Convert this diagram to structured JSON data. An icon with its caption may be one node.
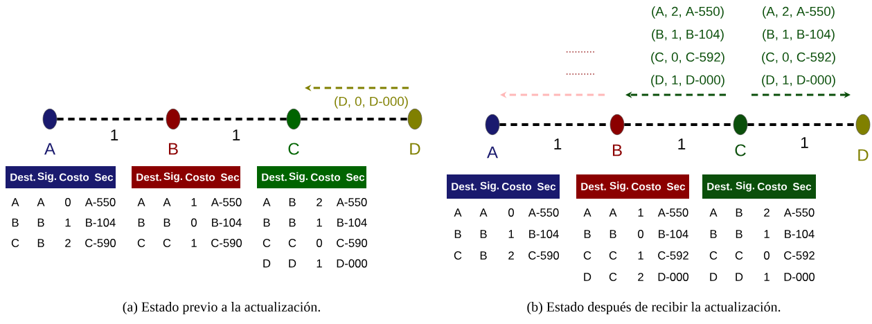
{
  "diagram": {
    "nodes": [
      {
        "text": [
          "A"
        ]
      },
      {
        "text": [
          "B"
        ]
      },
      {
        "text": [
          "C"
        ]
      },
      {
        "text": [
          "D"
        ]
      },
      {
        "text": [
          "A"
        ]
      },
      {
        "text": [
          "B"
        ]
      },
      {
        "text": [
          "C"
        ]
      },
      {
        "text": [
          "D"
        ]
      }
    ],
    "edges": [
      {
        "from": 0,
        "to": 1,
        "arrow": "none",
        "label": "1"
      },
      {
        "from": 1,
        "to": 2,
        "arrow": "none",
        "label": "1"
      },
      {
        "from": 2,
        "to": 3,
        "arrow": "none"
      },
      {
        "from": 4,
        "to": 5,
        "arrow": "none",
        "label": "1"
      },
      {
        "from": 5,
        "to": 6,
        "arrow": "none",
        "label": "1"
      },
      {
        "from": 6,
        "to": 7,
        "arrow": "none",
        "label": "1"
      }
    ],
    "labels": [
      "(D, 0, D-000)",
      "Dest.",
      "Sig.",
      "Costo",
      "Sec",
      "A",
      "A",
      "0",
      "A-550",
      "B",
      "B",
      "1",
      "B-104",
      "C",
      "B",
      "2",
      "C-590",
      "Dest.",
      "Sig.",
      "Costo",
      "Sec",
      "A",
      "A",
      "1",
      "A-550",
      "B",
      "B",
      "0",
      "B-104",
      "C",
      "C",
      "1",
      "C-590",
      "Dest.",
      "Sig.",
      "Costo",
      "Sec",
      "A",
      "B",
      "2",
      "A-550",
      "B",
      "B",
      "1",
      "B-104",
      "C",
      "C",
      "0",
      "C-590",
      "D",
      "D",
      "1",
      "D-000",
      "(a) Estado previo a la actualización.",
      "(A, 2, A-550)",
      "(A, 2, A-550)",
      "(B, 1, B-104)",
      "(B, 1, B-104)",
      "(C, 0, C-592)",
      "(C, 0, C-592)",
      "(D, 1, D-000)",
      "(D, 1, D-000)",
      "Dest.",
      "Sig.",
      "Costo",
      "Sec",
      "A",
      "A",
      "0",
      "A-550",
      "B",
      "B",
      "1",
      "B-104",
      "C",
      "B",
      "2",
      "C-590",
      "Dest.",
      "Sig.",
      "Costo",
      "Sec",
      "A",
      "A",
      "1",
      "A-550",
      "B",
      "B",
      "0",
      "B-104",
      "C",
      "C",
      "1",
      "C-592",
      "D",
      "C",
      "2",
      "D-000",
      "Dest.",
      "Sig.",
      "Costo",
      "Sec",
      "A",
      "B",
      "2",
      "A-550",
      "B",
      "B",
      "1",
      "B-104",
      "C",
      "C",
      "0",
      "C-592",
      "D",
      "D",
      "1",
      "D-000",
      "(b) Estado después de recibir la actualización."
    ]
  }
}
